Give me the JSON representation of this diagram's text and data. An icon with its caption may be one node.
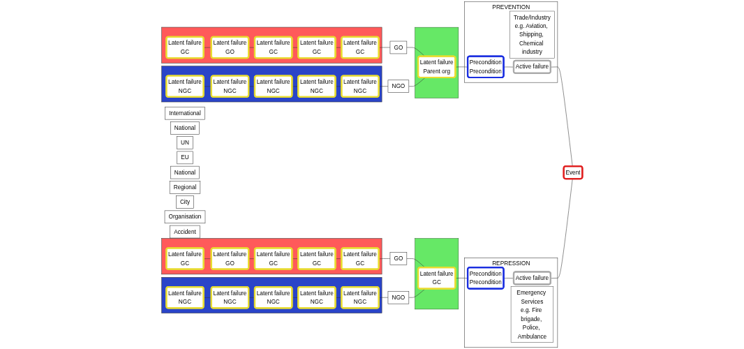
{
  "diagram": {
    "nodes": [
      {
        "text": [
          "International"
        ]
      },
      {
        "text": [
          "National"
        ]
      },
      {
        "text": [
          "UN"
        ]
      },
      {
        "text": [
          "EU"
        ]
      },
      {
        "text": [
          "National"
        ]
      },
      {
        "text": [
          "Regional"
        ]
      },
      {
        "text": [
          "City"
        ]
      },
      {
        "text": [
          "Organisation"
        ]
      },
      {
        "text": [
          "Accident"
        ]
      },
      {
        "text": [],
        "shape": "bar"
      },
      {
        "text": [
          "Latent failure",
          "GC"
        ],
        "in": 9
      },
      {
        "text": [
          "Latent failure",
          "GO"
        ],
        "in": 9
      },
      {
        "text": [
          "Latent failure",
          "GC"
        ],
        "in": 9
      },
      {
        "text": [
          "Latent failure",
          "GC"
        ],
        "in": 9
      },
      {
        "text": [
          "Latent failure",
          "GC"
        ],
        "in": 9
      },
      {
        "text": [
          "GO"
        ]
      },
      {
        "text": [],
        "shape": "bar"
      },
      {
        "text": [
          "Latent failure",
          "Parent org"
        ],
        "in": 16
      },
      {
        "text": [
          "PREVENTION"
        ]
      },
      {
        "text": [
          "Trade/Industry",
          "e.g. Aviation, Shipping, Chemical industry"
        ],
        "in": 18
      },
      {
        "text": [
          "Precondition",
          "Precondition"
        ],
        "in": 18
      },
      {
        "text": [
          "Active failure"
        ],
        "in": 18
      },
      {
        "text": [],
        "shape": "bar"
      },
      {
        "text": [
          "Latent failure",
          "NGC"
        ],
        "in": 22
      },
      {
        "text": [
          "Latent failure",
          "NGC"
        ],
        "in": 22
      },
      {
        "text": [
          "Latent failure",
          "NGC"
        ],
        "in": 22
      },
      {
        "text": [
          "Latent failure",
          "NGC"
        ],
        "in": 22
      },
      {
        "text": [
          "Latent failure",
          "NGC"
        ],
        "in": 22
      },
      {
        "text": [
          "NGO"
        ]
      },
      {
        "text": [
          "Event"
        ]
      },
      {
        "text": [],
        "shape": "bar"
      },
      {
        "text": [
          "Latent failure",
          "GC"
        ],
        "in": 30
      },
      {
        "text": [
          "Latent failure",
          "GO"
        ],
        "in": 30
      },
      {
        "text": [
          "Latent failure",
          "GC"
        ],
        "in": 30
      },
      {
        "text": [
          "Latent failure",
          "GC"
        ],
        "in": 30
      },
      {
        "text": [
          "Latent failure",
          "GC"
        ],
        "in": 30
      },
      {
        "text": [
          "GO"
        ]
      },
      {
        "text": [],
        "shape": "bar"
      },
      {
        "text": [
          "Latent failure",
          "GC"
        ],
        "in": 37
      },
      {
        "text": [
          "REPRESSION"
        ]
      },
      {
        "text": [
          "Active failure"
        ],
        "in": 39
      },
      {
        "text": [
          "Precondition",
          "Precondition"
        ],
        "in": 39
      },
      {
        "text": [
          "Emergency Services",
          "e.g. Fire brigade, Police, Ambulance"
        ],
        "in": 39
      },
      {
        "text": [],
        "shape": "bar"
      },
      {
        "text": [
          "Latent failure",
          "NGC"
        ],
        "in": 43
      },
      {
        "text": [
          "Latent failure",
          "NGC"
        ],
        "in": 43
      },
      {
        "text": [
          "Latent failure",
          "NGC"
        ],
        "in": 43
      },
      {
        "text": [
          "Latent failure",
          "NGC"
        ],
        "in": 43
      },
      {
        "text": [
          "Latent failure",
          "NGC"
        ],
        "in": 43
      },
      {
        "text": [
          "NGO"
        ]
      }
    ],
    "edges": [
      {
        "from": 10,
        "to": 11,
        "arrow": "none"
      },
      {
        "from": 11,
        "to": 12,
        "arrow": "none"
      },
      {
        "from": 12,
        "to": 13,
        "arrow": "none"
      },
      {
        "from": 13,
        "to": 14,
        "arrow": "none"
      },
      {
        "from": 14,
        "to": 15,
        "arrow": "none"
      },
      {
        "from": 15,
        "to": 17,
        "arrow": "none"
      },
      {
        "from": 23,
        "to": 24,
        "arrow": "none"
      },
      {
        "from": 24,
        "to": 25,
        "arrow": "none"
      },
      {
        "from": 25,
        "to": 26,
        "arrow": "none"
      },
      {
        "from": 26,
        "to": 27,
        "arrow": "none"
      },
      {
        "from": 27,
        "to": 28,
        "arrow": "none"
      },
      {
        "from": 28,
        "to": 17,
        "arrow": "none"
      },
      {
        "from": 17,
        "to": 20,
        "arrow": "none"
      },
      {
        "from": 20,
        "to": 21,
        "arrow": "none"
      },
      {
        "from": 21,
        "to": 29,
        "arrow": "none"
      },
      {
        "from": 31,
        "to": 32,
        "arrow": "none"
      },
      {
        "from": 32,
        "to": 33,
        "arrow": "none"
      },
      {
        "from": 33,
        "to": 34,
        "arrow": "none"
      },
      {
        "from": 34,
        "to": 35,
        "arrow": "none"
      },
      {
        "from": 35,
        "to": 36,
        "arrow": "none"
      },
      {
        "from": 36,
        "to": 38,
        "arrow": "none"
      },
      {
        "from": 44,
        "to": 45,
        "arrow": "none"
      },
      {
        "from": 45,
        "to": 46,
        "arrow": "none"
      },
      {
        "from": 46,
        "to": 47,
        "arrow": "none"
      },
      {
        "from": 47,
        "to": 48,
        "arrow": "none"
      },
      {
        "from": 48,
        "to": 49,
        "arrow": "none"
      },
      {
        "from": 49,
        "to": 38,
        "arrow": "none"
      },
      {
        "from": 38,
        "to": 41,
        "arrow": "none"
      },
      {
        "from": 41,
        "to": 40,
        "arrow": "none"
      },
      {
        "from": 40,
        "to": 29,
        "arrow": "none"
      }
    ]
  }
}
